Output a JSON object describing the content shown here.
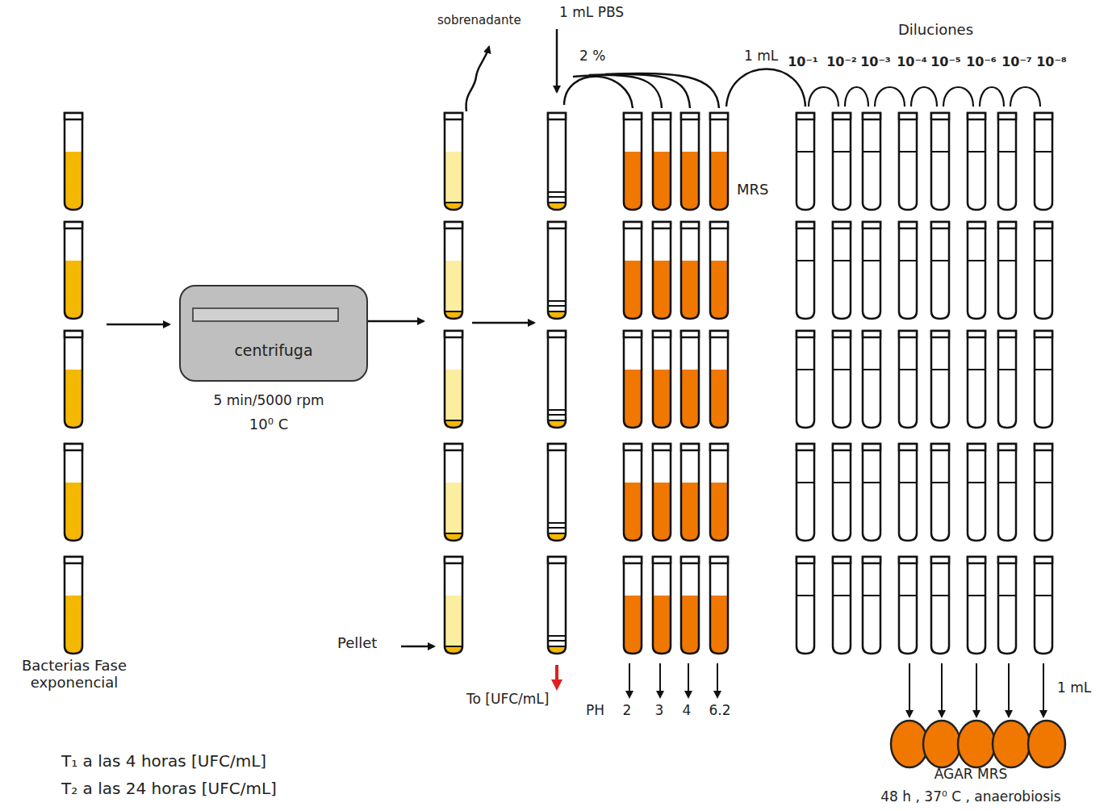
{
  "diagram": {
    "nodes": [
      {
        "text": [
          "centrifuga"
        ]
      }
    ],
    "labels": [
      "sobrenadante",
      "1 mL PBS",
      "2 %",
      "1 mL",
      "Diluciones",
      "10⁻¹",
      "10⁻²",
      "10⁻³",
      "10⁻⁴",
      "10⁻⁵",
      "10⁻⁶",
      "10⁻⁷",
      "10⁻⁸",
      "MRS",
      "Pellet",
      "Bacterias Fase exponencial",
      "To [UFC/mL]",
      "PH",
      "2",
      "3",
      "4",
      "6.2",
      "1 mL",
      "AGAR MRS",
      "48 h , 37⁰ C , anaerobiosis",
      "T₁ a las 4 horas [UFC/mL]",
      "T₂ a las 24 horas [UFC/mL]",
      "5 min/5000 rpm",
      "10⁰ C"
    ]
  }
}
